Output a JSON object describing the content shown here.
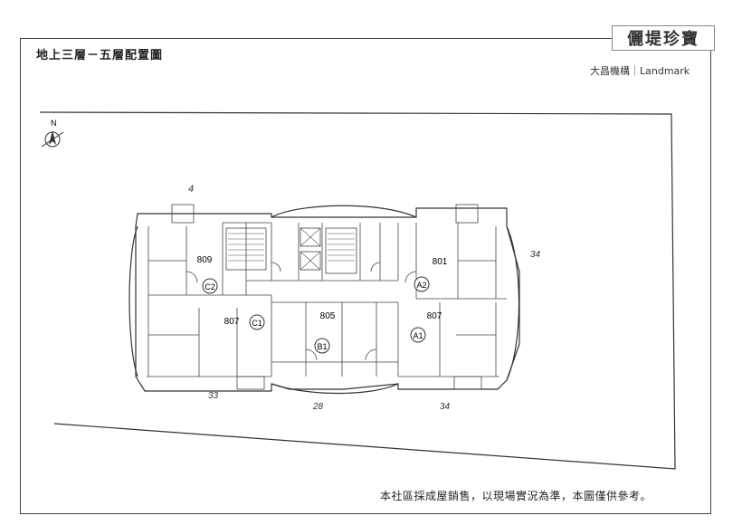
{
  "page": {
    "title": "地上三層－五層配置圖",
    "brand": "儷堤珍寶",
    "subbrand": "大昌機構｜Landmark",
    "disclaimer": "本社區採成屋銷售，以現場實況為準，本圖僅供參考。"
  },
  "compass": {
    "north_label": "N"
  },
  "units": {
    "A1": {
      "code": "A1",
      "number": "807"
    },
    "A2": {
      "code": "A2",
      "number": "801"
    },
    "B1": {
      "code": "B1",
      "number": "805"
    },
    "C1": {
      "code": "C1",
      "number": "807"
    },
    "C2": {
      "code": "C2",
      "number": "809"
    }
  },
  "handwritten": {
    "top": "4",
    "right": "34",
    "bottom_left": "33",
    "bottom_mid": "28",
    "bottom_right": "34"
  },
  "colors": {
    "line": "#333333",
    "background": "#ffffff"
  }
}
